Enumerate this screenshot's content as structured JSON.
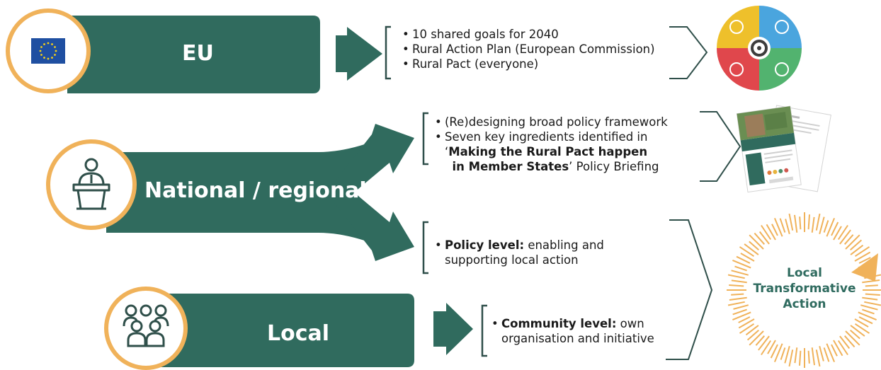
{
  "levels": [
    {
      "id": "eu",
      "label": "EU",
      "icon": "eu-flag-icon"
    },
    {
      "id": "national",
      "label": "National / regional",
      "icon": "podium-speaker-icon"
    },
    {
      "id": "local",
      "label": "Local",
      "icon": "community-group-icon"
    }
  ],
  "eu_points": [
    "10 shared goals for 2040",
    "Rural Action Plan (European Commission)",
    "Rural Pact (everyone)"
  ],
  "national_points": {
    "p1": "(Re)designing broad policy framework",
    "p2_line1": "Seven key ingredients identified in",
    "p2_quote_open": "‘",
    "p2_bold1": "Making the Rural Pact happen",
    "p2_bold2": "in Member States",
    "p2_tail": "’ Policy Briefing"
  },
  "policy_point": {
    "bold": "Policy level:",
    "line1": " enabling and",
    "line2": "supporting local action"
  },
  "community_point": {
    "bold": "Community level:",
    "line1": " own",
    "line2": "organisation and initiative"
  },
  "outcome": {
    "line1": "Local",
    "line2": "Transformative",
    "line3": "Action"
  },
  "colors": {
    "arrow": "#306b5e",
    "ring": "#f0b25a",
    "bracket": "#2f4f4a",
    "text_accent": "#2f6b5f",
    "eu_blue": "#1f4fa1",
    "eu_star": "#f7d117"
  }
}
